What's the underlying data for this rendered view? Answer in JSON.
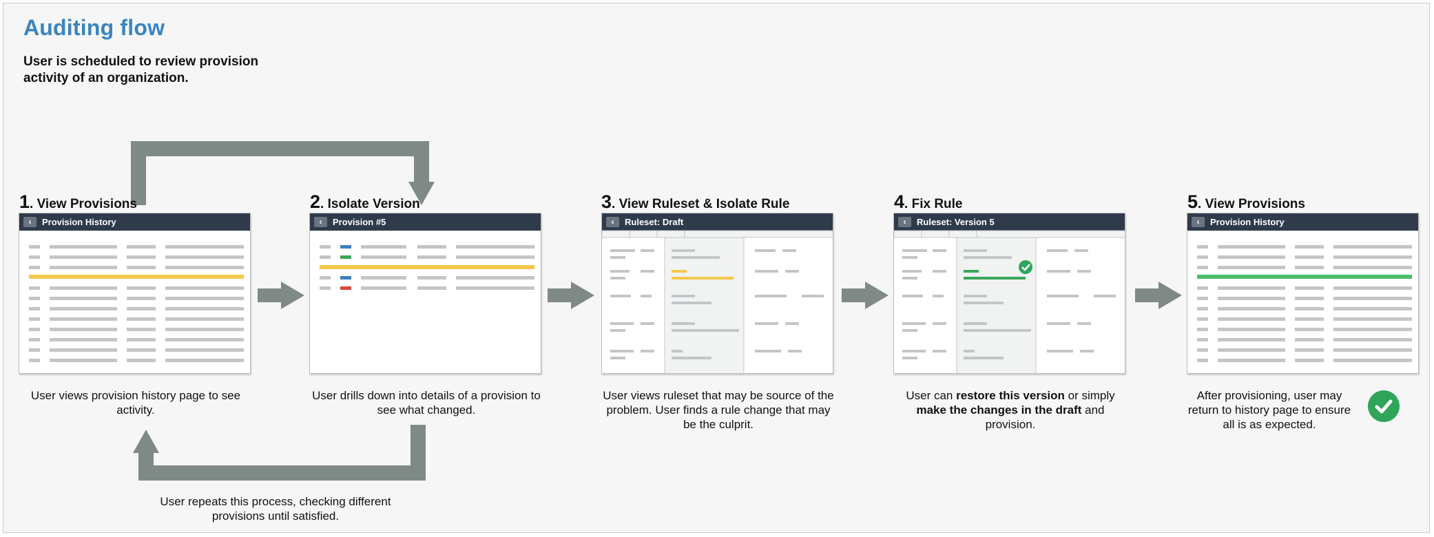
{
  "title": "Auditing flow",
  "subtitle": "User is scheduled to review provision activity of an organization.",
  "loop_text": "User repeats this process, checking different provisions until satisfied.",
  "colors": {
    "title": "#3a84bf",
    "header": "#2f3b4a",
    "highlight_yellow": "#f5c94e",
    "highlight_green": "#4cbd6c",
    "arrow": "#7f8a87",
    "check": "#2fa55a"
  },
  "steps": [
    {
      "num": "1",
      "title": "View Provisions",
      "header": "Provision History",
      "back": "‹",
      "caption": "User views provision history page to see activity."
    },
    {
      "num": "2",
      "title": "Isolate Version",
      "header": "Provision #5",
      "back": "‹",
      "caption": "User drills down into details of a provision to see what changed."
    },
    {
      "num": "3",
      "title": "View Ruleset & Isolate Rule",
      "header": "Ruleset: Draft",
      "back": "‹",
      "caption": "User views ruleset that may be source of the problem. User finds a rule change that may be the culprit."
    },
    {
      "num": "4",
      "title": "Fix Rule",
      "header": "Ruleset: Version 5",
      "back": "‹",
      "caption_parts": [
        "User can ",
        "restore this version",
        " or simply ",
        "make the changes in the draft",
        " and provision."
      ]
    },
    {
      "num": "5",
      "title": "View Provisions",
      "header": "Provision History",
      "back": "‹",
      "caption": "After provisioning, user may return to history page to ensure all is as expected."
    }
  ],
  "icons": {
    "back": "chevron-left-icon",
    "check": "check-circle-icon",
    "arrow": "arrow-right-icon"
  }
}
